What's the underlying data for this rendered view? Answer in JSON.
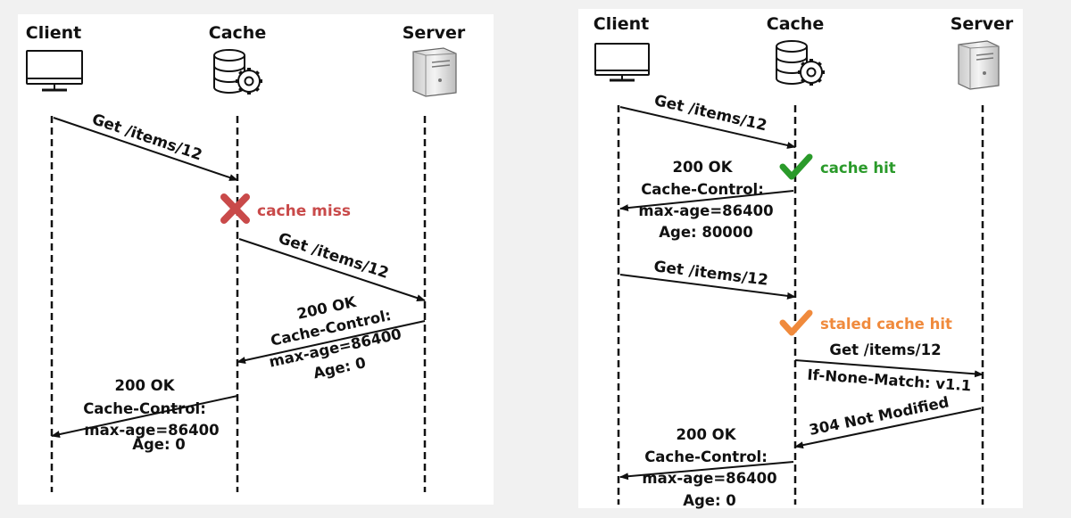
{
  "colors": {
    "miss": "#c94a4a",
    "hit": "#2a9a2a",
    "stale": "#f08a3c",
    "ink": "#111111",
    "panel": "#ffffff",
    "background": "#f1f1f1"
  },
  "left": {
    "headers": {
      "client": "Client",
      "cache": "Cache",
      "server": "Server"
    },
    "req1": "Get /items/12",
    "miss": {
      "icon": "cross-icon",
      "label": "cache miss"
    },
    "req2": "Get /items/12",
    "resp1": [
      "200 OK",
      "Cache-Control:",
      "max-age=86400",
      "Age: 0"
    ],
    "resp2": [
      "200 OK",
      "Cache-Control:",
      "max-age=86400",
      "Age: 0"
    ]
  },
  "right": {
    "headers": {
      "client": "Client",
      "cache": "Cache",
      "server": "Server"
    },
    "req1": "Get /items/12",
    "hit": {
      "icon": "check-icon",
      "label": "cache hit"
    },
    "resp1": [
      "200 OK",
      "Cache-Control:",
      "max-age=86400",
      "Age: 80000"
    ],
    "req2": "Get /items/12",
    "stale": {
      "icon": "check-icon",
      "label": "staled cache hit"
    },
    "req3": [
      "Get /items/12",
      "If-None-Match: v1.1"
    ],
    "resp304": "304 Not Modified",
    "resp2": [
      "200 OK",
      "Cache-Control:",
      "max-age=86400",
      "Age: 0"
    ]
  }
}
